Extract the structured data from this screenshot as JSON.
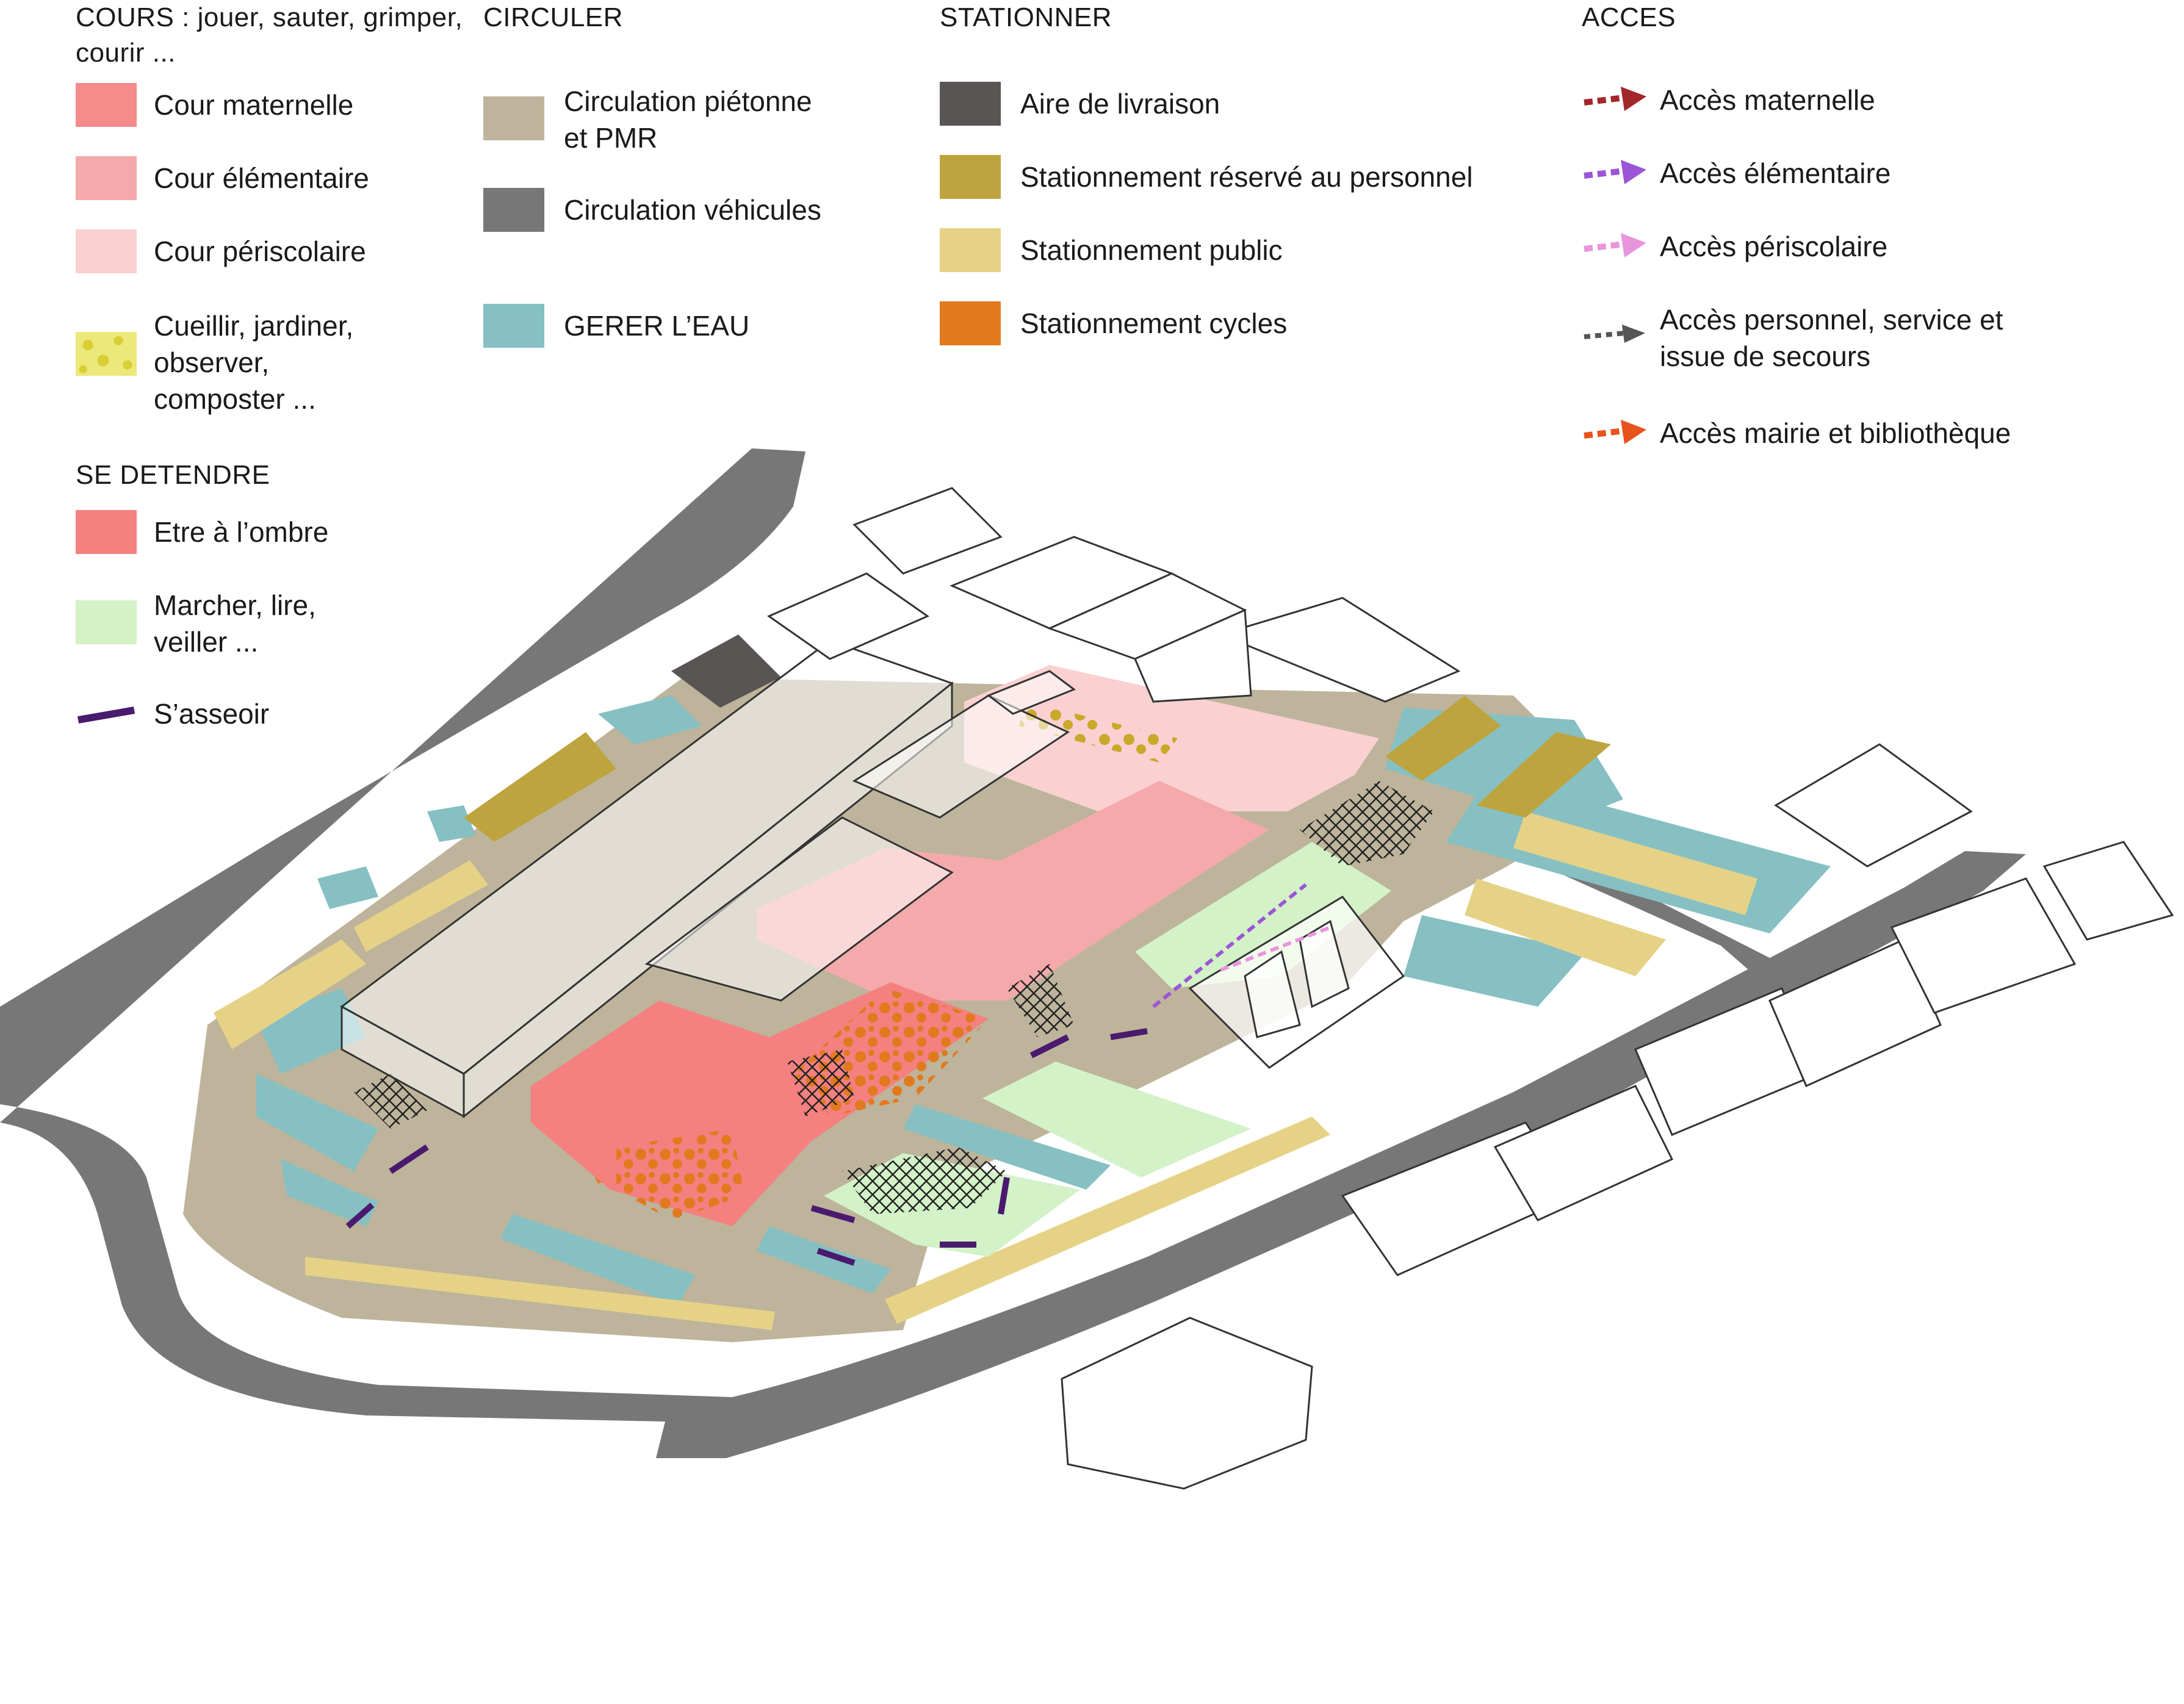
{
  "legend": {
    "cours": {
      "heading_line1": "COURS : jouer, sauter, grimper,",
      "heading_line2": "courir ...",
      "items": [
        {
          "label": "Cour maternelle",
          "color": "#f58b8b"
        },
        {
          "label": "Cour élémentaire",
          "color": "#f4a9aa"
        },
        {
          "label": "Cour périscolaire",
          "color": "#fad0d1"
        }
      ],
      "garden": {
        "line1": "Cueillir, jardiner,",
        "line2": "observer,",
        "line3": "composter ...",
        "color": "#e6e060"
      }
    },
    "se_detendre": {
      "heading": "SE DETENDRE",
      "items": [
        {
          "label": "Etre à l’ombre",
          "color": "#f58080"
        },
        {
          "line1": "Marcher, lire,",
          "line2": "veiller ...",
          "color": "#d3f2c7"
        },
        {
          "label": "S’asseoir",
          "color": "#4a1a6e"
        }
      ]
    },
    "circuler": {
      "heading": "CIRCULER",
      "items": [
        {
          "line1": "Circulation piétonne",
          "line2": "et PMR",
          "color": "#bdb49b"
        },
        {
          "label": "Circulation véhicules",
          "color": "#777777"
        },
        {
          "label": "GERER L’EAU",
          "color": "#86c0c3"
        }
      ]
    },
    "stationner": {
      "heading": "STATIONNER",
      "items": [
        {
          "label": "Aire de livraison",
          "color": "#5a5555"
        },
        {
          "label": "Stationnement réservé au personnel",
          "color": "#bea43e"
        },
        {
          "label": "Stationnement public",
          "color": "#e6d286"
        },
        {
          "label": "Stationnement cycles",
          "color": "#e2791f"
        }
      ]
    },
    "acces": {
      "heading": "ACCES",
      "items": [
        {
          "label": "Accès maternelle",
          "color": "#a3262b"
        },
        {
          "label": "Accès élémentaire",
          "color": "#9b55d6"
        },
        {
          "label": "Accès périscolaire",
          "color": "#e995dc"
        },
        {
          "line1": "Accès personnel, service et",
          "line2": "issue de secours",
          "color": "#555555"
        },
        {
          "label": "Accès mairie et bibliothèque",
          "color": "#e8521b"
        }
      ]
    }
  }
}
